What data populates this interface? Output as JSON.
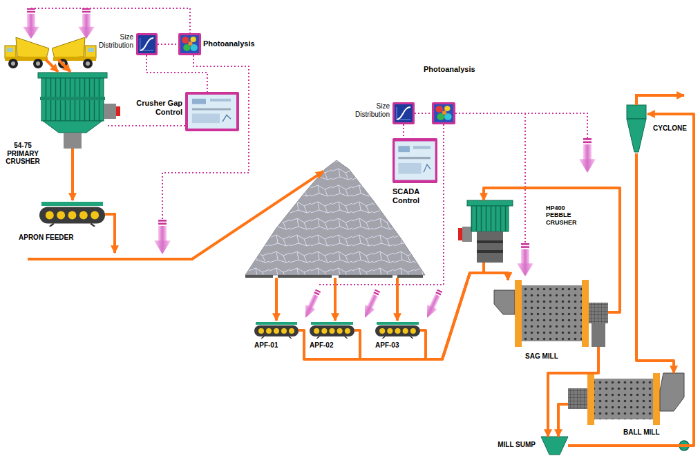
{
  "diagram": {
    "nodes": [
      {
        "text": [
          "Size Distribution"
        ]
      },
      {
        "text": [
          "Photoanalysis"
        ]
      },
      {
        "text": [
          "Crusher Gap Control"
        ]
      },
      {
        "text": [
          "54-75 PRIMARY CRUSHER"
        ]
      },
      {
        "text": [
          "APRON FEEDER"
        ]
      },
      {
        "text": [
          "Size Distribution"
        ]
      },
      {
        "text": [
          "Photoanalysis"
        ]
      },
      {
        "text": [
          "SCADA Control"
        ]
      },
      {
        "text": [
          "HP400 PEBBLE CRUSHER"
        ]
      },
      {
        "text": [
          "CYCLONE"
        ]
      },
      {
        "text": [
          "SAG MILL"
        ]
      },
      {
        "text": [
          "APF-01"
        ]
      },
      {
        "text": [
          "APF-02"
        ]
      },
      {
        "text": [
          "APF-03"
        ]
      },
      {
        "text": [
          "BALL MILL"
        ]
      },
      {
        "text": [
          "MILL SUMP"
        ]
      }
    ],
    "edges": [
      {
        "from": 0,
        "to": 1,
        "arrow": "none"
      },
      {
        "from": 0,
        "to": 2,
        "arrow": "none"
      },
      {
        "from": 2,
        "to": 3,
        "arrow": "none"
      },
      {
        "from": 3,
        "to": 4,
        "arrow": "to"
      },
      {
        "from": 5,
        "to": 6,
        "arrow": "none"
      },
      {
        "from": 5,
        "to": 7,
        "arrow": "none"
      },
      {
        "from": 11,
        "to": 10,
        "arrow": "to"
      },
      {
        "from": 12,
        "to": 10,
        "arrow": "to"
      },
      {
        "from": 13,
        "to": 10,
        "arrow": "to"
      },
      {
        "from": 10,
        "to": 8,
        "arrow": "to"
      },
      {
        "from": 8,
        "to": 10,
        "arrow": "to"
      },
      {
        "from": 10,
        "to": 15,
        "arrow": "to"
      },
      {
        "from": 14,
        "to": 15,
        "arrow": "to"
      },
      {
        "from": 15,
        "to": 9,
        "arrow": "to"
      },
      {
        "from": 9,
        "to": 14,
        "arrow": "to"
      }
    ]
  }
}
